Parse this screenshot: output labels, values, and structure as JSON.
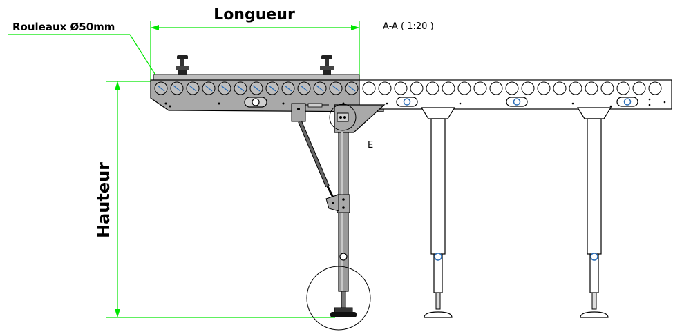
{
  "diagram": {
    "dimension_length_label": "Longueur",
    "dimension_height_label": "Hauteur",
    "roller_callout_label": "Rouleaux Ø50mm",
    "section_view_label": "A-A ( 1:20 )",
    "detail_marker_label": "E"
  },
  "colors": {
    "dimension_line": "#00e600",
    "frame_grey": "#a9a9a9",
    "frame_dark": "#555555",
    "roller_blue": "#2a6db8",
    "outline": "#000000"
  },
  "icons": [
    "roller-icon",
    "leg-stand-icon",
    "clamp-knob-icon",
    "detail-circle-icon",
    "gas-spring-icon"
  ]
}
